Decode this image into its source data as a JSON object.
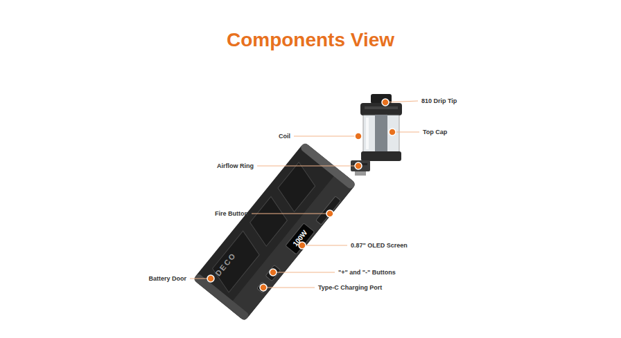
{
  "diagram": {
    "title": "Components View",
    "labels": [
      "810 Drip Tip",
      "Top Cap",
      "Coil",
      "Airflow Ring",
      "Fire Button",
      "0.87\" OLED Screen",
      "\"+\" and \"-\" Buttons",
      "Battery Door",
      "Type-C Charging Port",
      "DECO",
      "100W"
    ]
  }
}
